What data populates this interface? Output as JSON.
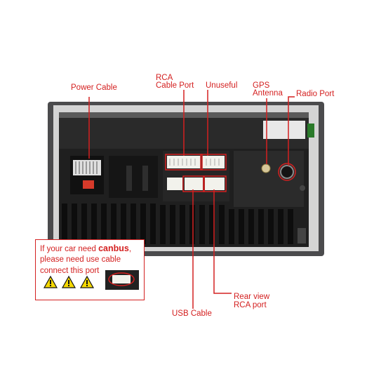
{
  "labels": {
    "power_cable": "Power Cable",
    "rca_cable_port_line1": "RCA",
    "rca_cable_port_line2": "Cable Port",
    "unuseful": "Unuseful",
    "gps_antenna_line1": "GPS",
    "gps_antenna_line2": "Antenna",
    "radio_port": "Radio Port",
    "usb_cable": "USB Cable",
    "rear_view_line1": "Rear view",
    "rear_view_line2": "RCA port"
  },
  "callout": {
    "line1_prefix": "If your car need ",
    "line1_bold": "canbus",
    "line1_suffix": ",",
    "line2": "please need use cable",
    "line3": "connect this port"
  },
  "colors": {
    "label_red": "#d42020",
    "housing": "#4a4a4c",
    "panel": "#1c1c1c",
    "connector": "#f2f2ec",
    "warning_yellow": "#f5d800"
  },
  "icons": [
    "warning-triangle-icon",
    "warning-triangle-icon",
    "warning-triangle-icon"
  ]
}
